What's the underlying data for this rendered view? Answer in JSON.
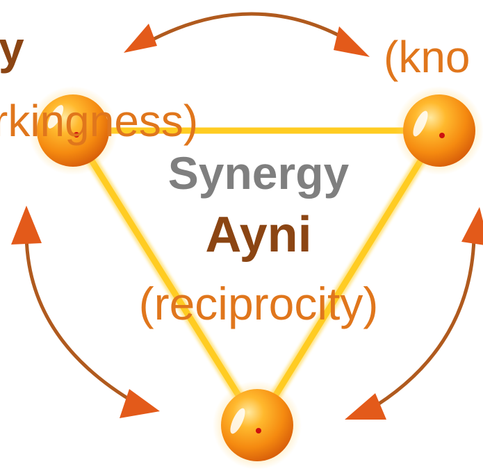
{
  "labels": {
    "top_left_word": "y",
    "top_right_word": "(kno",
    "left_word": "rkingness)",
    "center_title": "Synergy",
    "center_main": "Ayni",
    "center_sub": "(reciprocity)"
  },
  "colors": {
    "gray_text": "#7f7f7f",
    "brown_text": "#8b4513",
    "orange_text": "#e0761c",
    "edge_yellow": "#ffcc22",
    "node_orange": "#f58a10",
    "arrow_orange": "#e35a1a"
  }
}
